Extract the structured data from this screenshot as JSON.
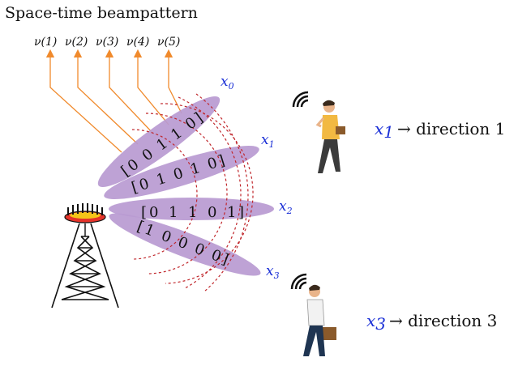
{
  "title": "Space-time  beampattern",
  "vector_labels": [
    "ν(1)",
    "ν(2)",
    "ν(3)",
    "ν(4)",
    "ν(5)"
  ],
  "beams": [
    {
      "label_var": "x",
      "label_sub": "0",
      "bits": [
        "0",
        "0",
        "1",
        "1",
        "0"
      ]
    },
    {
      "label_var": "x",
      "label_sub": "1",
      "bits": [
        "0",
        "1",
        "0",
        "1",
        "0"
      ]
    },
    {
      "label_var": "x",
      "label_sub": "2",
      "bits": [
        "0",
        "1",
        "1",
        "0",
        "1"
      ]
    },
    {
      "label_var": "x",
      "label_sub": "3",
      "bits": [
        "1",
        "0",
        "0",
        "0",
        "0"
      ]
    }
  ],
  "directions": [
    {
      "var": "x",
      "sub": "1",
      "text": "→ direction 1"
    },
    {
      "var": "x",
      "sub": "3",
      "text": "→ direction 3"
    }
  ],
  "colors": {
    "beam": "#b99ad1",
    "feed_lines": "#f08a2c",
    "dashed_arcs": "#c0262b",
    "labels": "#1a2fd6"
  },
  "icons": [
    "cell-tower-icon",
    "person-with-phone-icon",
    "businessman-with-phone-icon",
    "wifi-signal-icon"
  ]
}
